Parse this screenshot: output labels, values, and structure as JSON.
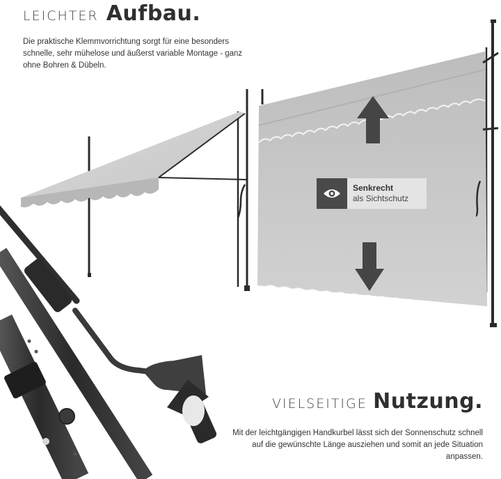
{
  "top_section": {
    "heading_light": "LEICHTER",
    "heading_bold": "Aufbau.",
    "description": "Die praktische Klemmvorrichtung sorgt für eine besonders schnelle, sehr mühelose und äußerst variable Montage - ganz ohne Bohren & Dübeln."
  },
  "badge": {
    "icon": "eye-icon",
    "title": "Senkrecht",
    "subtitle": "als Sichtschutz"
  },
  "bottom_section": {
    "heading_light": "VIELSEITIGE",
    "heading_bold": "Nutzung.",
    "description": "Mit der leichtgängigen Handkurbel lässt sich der Sonnenschutz schnell auf die gewünschte Länge ausziehen und somit an jede Situation anpassen."
  },
  "colors": {
    "awning_fabric": "#c9c9c9",
    "pole": "#2b2b2b",
    "arrow": "#454545",
    "badge_background": "#e4e4e4",
    "badge_icon_background": "#4a4a4a"
  }
}
